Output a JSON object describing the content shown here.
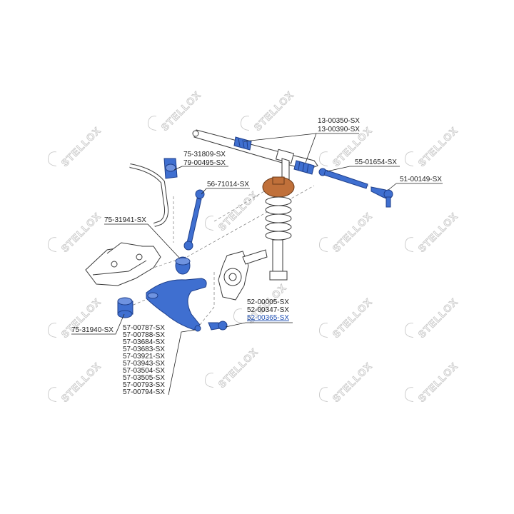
{
  "watermark": {
    "text_a": "STELLOX",
    "text_b": "STELLOX"
  },
  "callouts": {
    "tie_rod_boot": [
      "13-00350-SX",
      "13-00390-SX"
    ],
    "tie_rod_axial": "55-01654-SX",
    "tie_rod_end": "51-00149-SX",
    "stab_bushing": [
      "75-31809-SX",
      "79-00495-SX"
    ],
    "stab_link": "56-71014-SX",
    "arm_bushing_rear": "75-31941-SX",
    "arm_bushing_front": "75-31940-SX",
    "ball_joint": [
      "52-00005-SX",
      "52-00347-SX",
      "52-00365-SX"
    ],
    "control_arm": [
      "57-00787-SX",
      "57-00788-SX",
      "57-03684-SX",
      "57-03683-SX",
      "57-03921-SX",
      "57-03943-SX",
      "57-03504-SX",
      "57-03505-SX",
      "57-00793-SX",
      "57-00794-SX"
    ]
  },
  "colors": {
    "highlight_parts": "#3f6fd0",
    "strut_mount": "#c0703a",
    "link_label": "#1f4fb3"
  }
}
